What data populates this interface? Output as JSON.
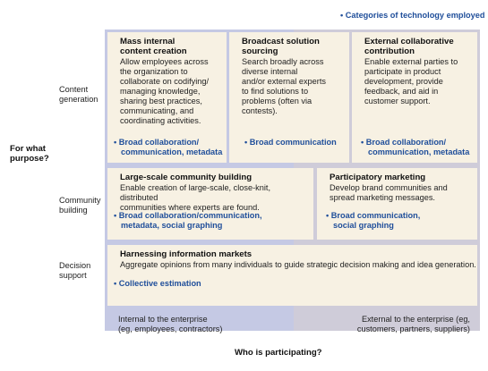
{
  "legend": "• Categories of technology employed",
  "axis_y_label": [
    "For what",
    "purpose?"
  ],
  "axis_x_label": "Who is participating?",
  "row_labels": {
    "content": [
      "Content",
      "generation"
    ],
    "community": [
      "Community",
      "building"
    ],
    "decision": [
      "Decision",
      "support"
    ]
  },
  "column_labels": {
    "internal": [
      "Internal to the enterprise",
      "(eg, employees, contractors)"
    ],
    "external": [
      "External to the enterprise (eg,",
      "customers, partners, suppliers)"
    ]
  },
  "cards": {
    "mass_internal": {
      "title": [
        "Mass internal",
        "content creation"
      ],
      "body": [
        "Allow employees across",
        "the organization to",
        "collaborate on codifying/",
        "managing knowledge,",
        "sharing best practices,",
        "communicating, and",
        "coordinating activities."
      ],
      "tech": [
        "• Broad collaboration/",
        "communication, metadata"
      ]
    },
    "broadcast": {
      "title": [
        "Broadcast solution",
        "sourcing"
      ],
      "body": [
        "Search broadly across",
        "diverse internal",
        "and/or external experts",
        "to find solutions to",
        "problems (often via",
        "contests)."
      ],
      "tech": [
        "• Broad communication"
      ]
    },
    "external_collab": {
      "title": [
        "External collaborative",
        "contribution"
      ],
      "body": [
        "Enable external parties to",
        "participate in product",
        "development, provide",
        "feedback, and aid in",
        "customer support."
      ],
      "tech": [
        "• Broad collaboration/",
        "communication, metadata"
      ]
    },
    "large_scale": {
      "title": [
        "Large-scale community building"
      ],
      "body": [
        "Enable creation of large-scale, close-knit, distributed",
        "communities where experts are found."
      ],
      "tech": [
        "• Broad collaboration/communication,",
        "metadata, social graphing"
      ]
    },
    "participatory": {
      "title": [
        "Participatory marketing"
      ],
      "body": [
        "Develop brand communities and",
        "spread marketing messages."
      ],
      "tech": [
        "• Broad communication,",
        "social graphing"
      ]
    },
    "info_markets": {
      "title": [
        "Harnessing information markets"
      ],
      "body": [
        "Aggregate opinions from many individuals to guide strategic decision making and idea generation."
      ],
      "tech": [
        "• Collective estimation"
      ]
    }
  },
  "colors": {
    "card_bg": "#f7f1e3",
    "internal_bg": "#c5c9e4",
    "external_bg": "#cfccd9",
    "tech_text": "#1f4e9a"
  }
}
